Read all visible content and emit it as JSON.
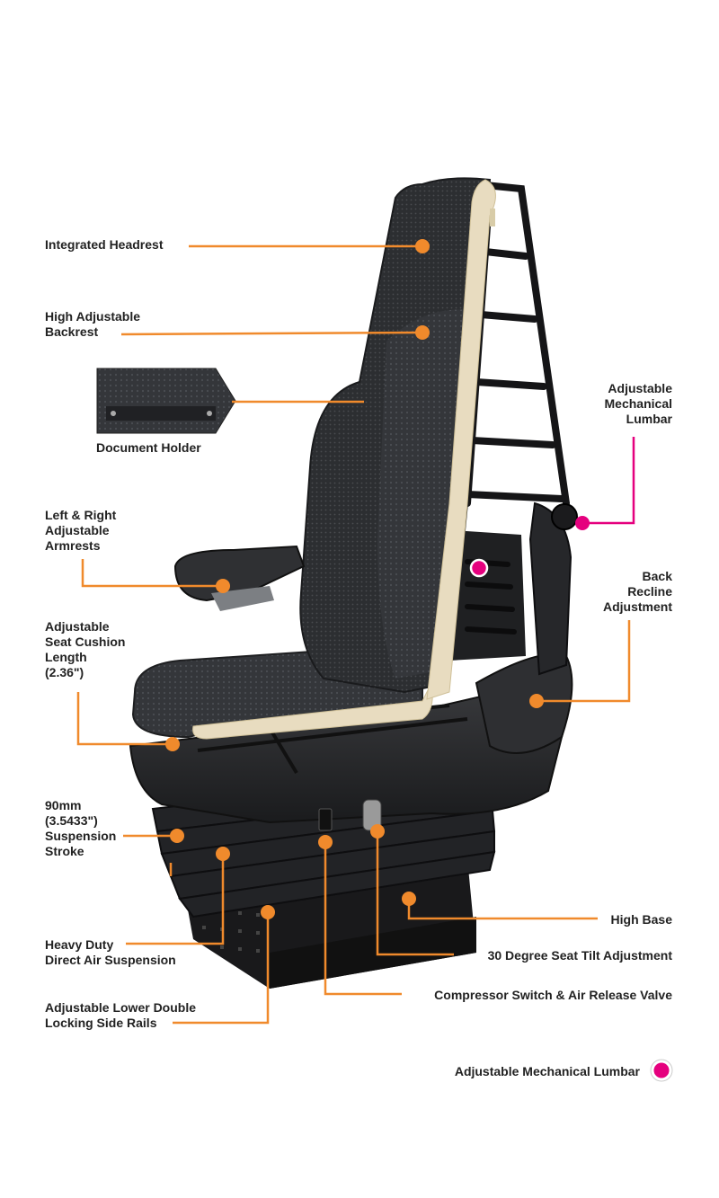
{
  "colors": {
    "leader": "#f08a2c",
    "lumbar_leader": "#e5007e",
    "text": "#222222",
    "seat_dark": "#2a2b2d",
    "seat_fabric": "#3a3c3f",
    "foam": "#e8dcc0",
    "frame": "#1c1c1e"
  },
  "callouts": {
    "integrated_headrest": "Integrated Headrest",
    "high_adjustable_backrest": "High Adjustable\nBackrest",
    "document_holder": "Document Holder",
    "adjustable_mechanical_lumbar": "Adjustable\nMechanical\nLumbar",
    "armrests": "Left & Right\nAdjustable\nArmrests",
    "back_recline": "Back\nRecline\nAdjustment",
    "seat_cushion_length": "Adjustable\nSeat Cushion\nLength\n(2.36\")",
    "suspension_stroke": "90mm\n(3.5433\")\nSuspension\nStroke",
    "high_base": "High Base",
    "air_suspension": "Heavy Duty\nDirect Air Suspension",
    "seat_tilt": "30 Degree Seat Tilt Adjustment",
    "side_rails": "Adjustable Lower Double\nLocking Side Rails",
    "compressor_switch": "Compressor Switch & Air Release Valve"
  },
  "legend": {
    "label": "Adjustable Mechanical Lumbar",
    "marker_icon": "pink-dot-icon"
  }
}
